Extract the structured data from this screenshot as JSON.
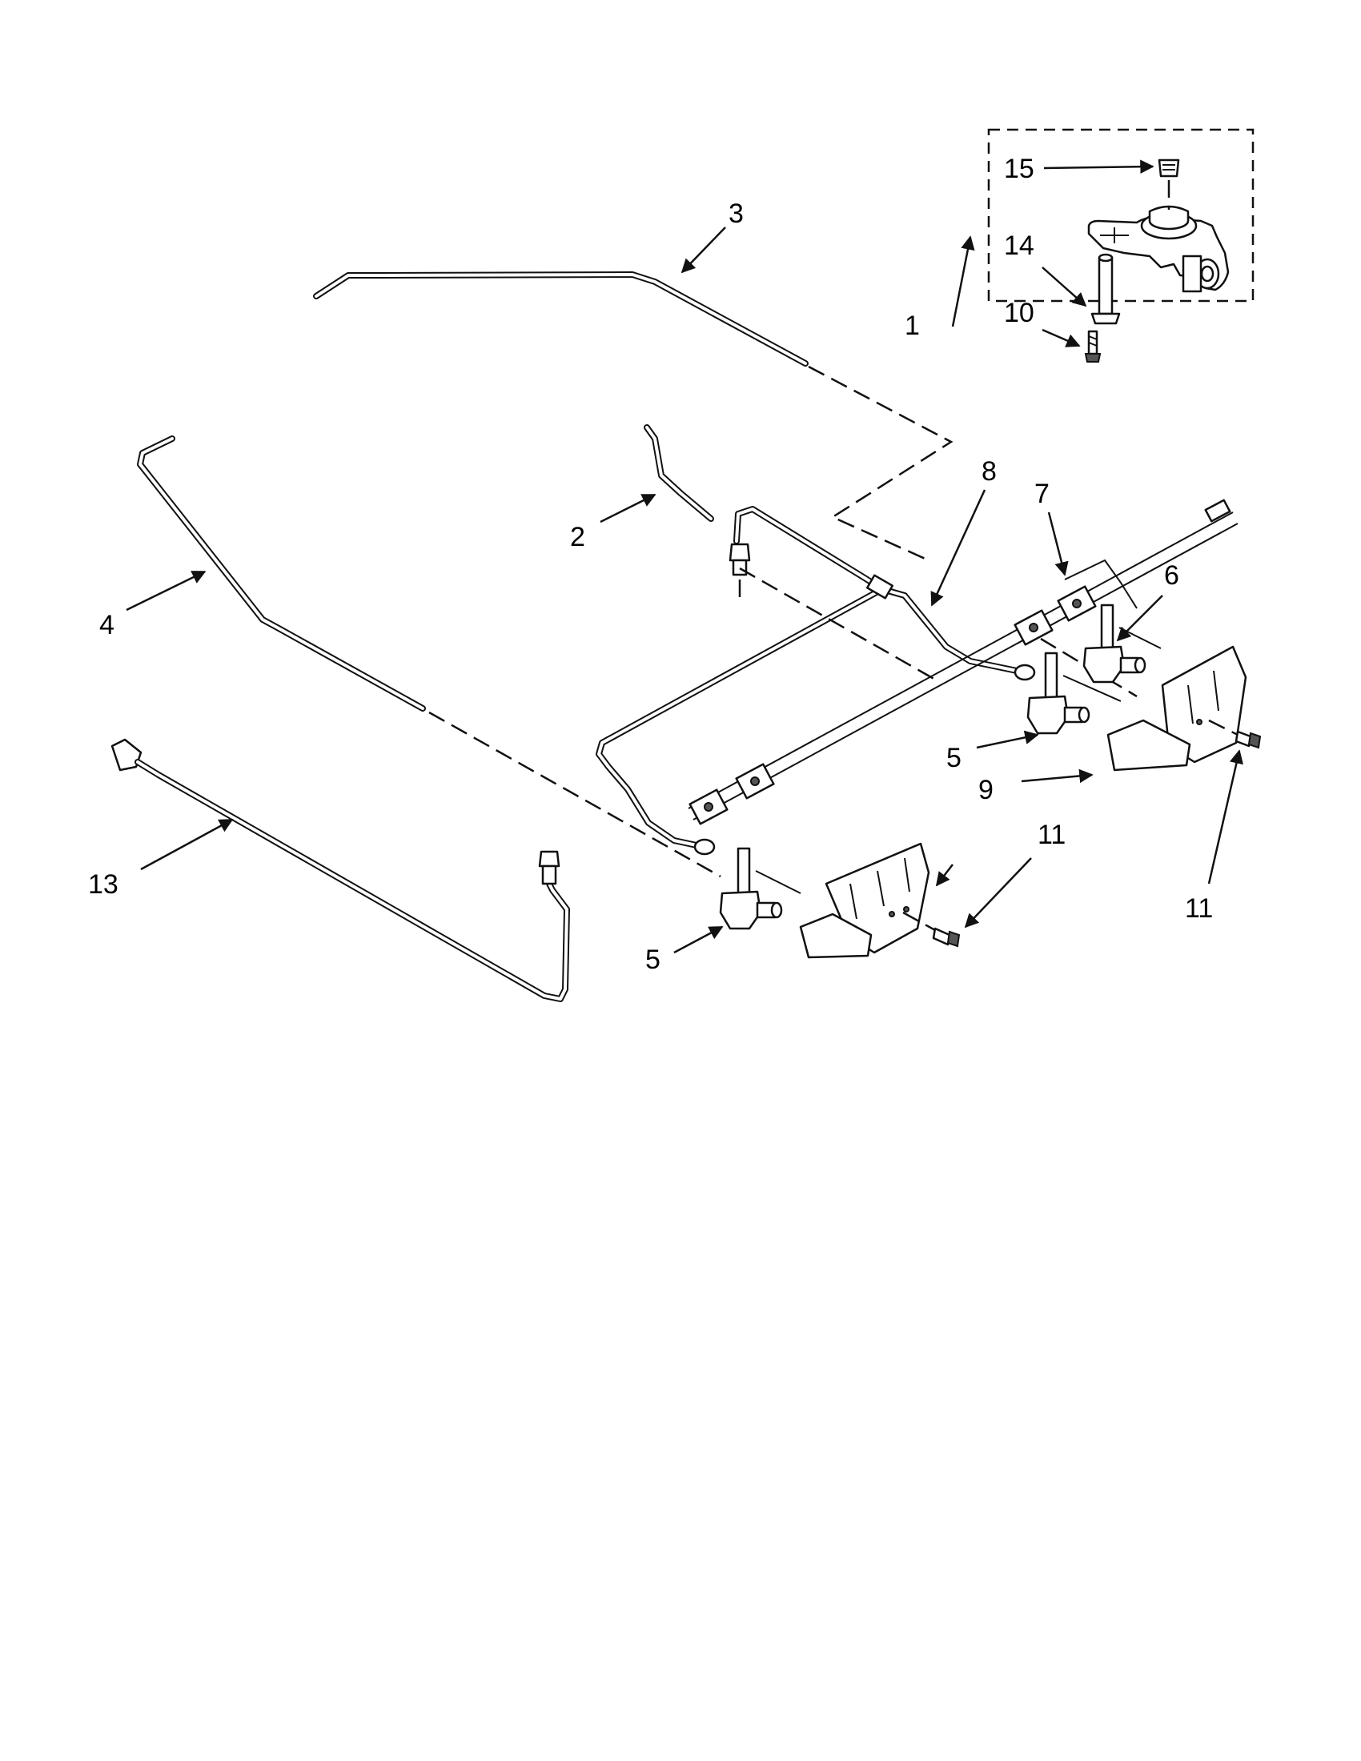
{
  "diagram": {
    "callouts": {
      "c1": "1",
      "c2": "2",
      "c3": "3",
      "c4": "4",
      "c5a": "5",
      "c5b": "5",
      "c6": "6",
      "c7": "7",
      "c8": "8",
      "c9": "9",
      "c10": "10",
      "c11a": "11",
      "c11b": "11",
      "c13": "13",
      "c14": "14",
      "c15": "15"
    }
  }
}
